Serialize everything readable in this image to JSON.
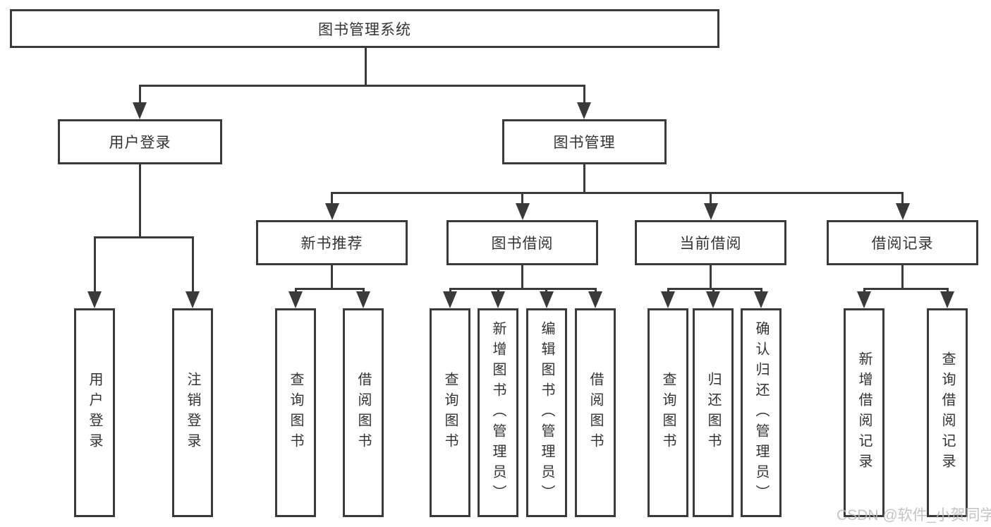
{
  "diagram": {
    "title": "图书管理系统",
    "root": {
      "label": "图书管理系统"
    },
    "level2": [
      {
        "label": "用户登录"
      },
      {
        "label": "图书管理"
      }
    ],
    "level3": [
      {
        "label": "新书推荐"
      },
      {
        "label": "图书借阅"
      },
      {
        "label": "当前借阅"
      },
      {
        "label": "借阅记录"
      }
    ],
    "leaves": {
      "user_login": [
        "用户登录",
        "注销登录"
      ],
      "new_book": [
        "查询图书",
        "借阅图书"
      ],
      "book_borrow": [
        "查询图书",
        "新增图书（管理员）",
        "编辑图书（管理员）",
        "借阅图书"
      ],
      "current_borrow": [
        "查询图书",
        "归还图书",
        "确认归还（管理员）"
      ],
      "borrow_records": [
        "新增借阅记录",
        "查询借阅记录"
      ]
    },
    "colors": {
      "line": "#3a3a3a",
      "text": "#333333",
      "watermark": "#b9b9b9",
      "background": "#ffffff"
    }
  },
  "watermark": {
    "text": "CSDN @软件_小贺同学"
  }
}
